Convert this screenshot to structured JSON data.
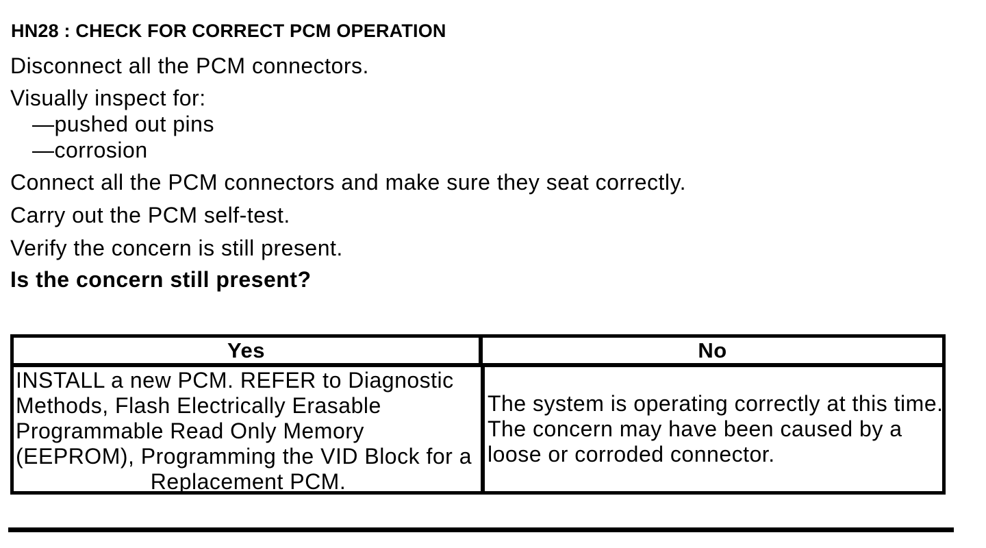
{
  "document": {
    "heading": "HN28 : CHECK FOR CORRECT PCM OPERATION",
    "steps": {
      "disconnect": "Disconnect all the PCM connectors.",
      "inspect_intro": "Visually inspect for:",
      "inspect_items": [
        "—pushed out pins",
        "—corrosion"
      ],
      "connect": "Connect all the PCM connectors and make sure they seat correctly.",
      "self_test": "Carry out the PCM self-test.",
      "verify": "Verify the concern is still present.",
      "question": "Is the concern still present?"
    },
    "decision_table": {
      "yes": {
        "header": "Yes",
        "lines": [
          {
            "text": "INSTALL a new PCM. REFER to Diagnostic",
            "align": "left"
          },
          {
            "text": "Methods, Flash Electrically Erasable",
            "align": "left"
          },
          {
            "text": "Programmable Read Only Memory",
            "align": "left"
          },
          {
            "text": "(EEPROM), Programming the VID Block for a",
            "align": "left"
          },
          {
            "text": "Replacement PCM.",
            "align": "center"
          }
        ]
      },
      "no": {
        "header": "No",
        "lines": [
          {
            "text": "The system is operating correctly at this time.",
            "align": "left"
          },
          {
            "text": "The concern may have been caused by a",
            "align": "left"
          },
          {
            "text": "loose or corroded connector.",
            "align": "left"
          }
        ]
      }
    },
    "colors": {
      "ink": "#000000",
      "paper": "#ffffff"
    }
  }
}
